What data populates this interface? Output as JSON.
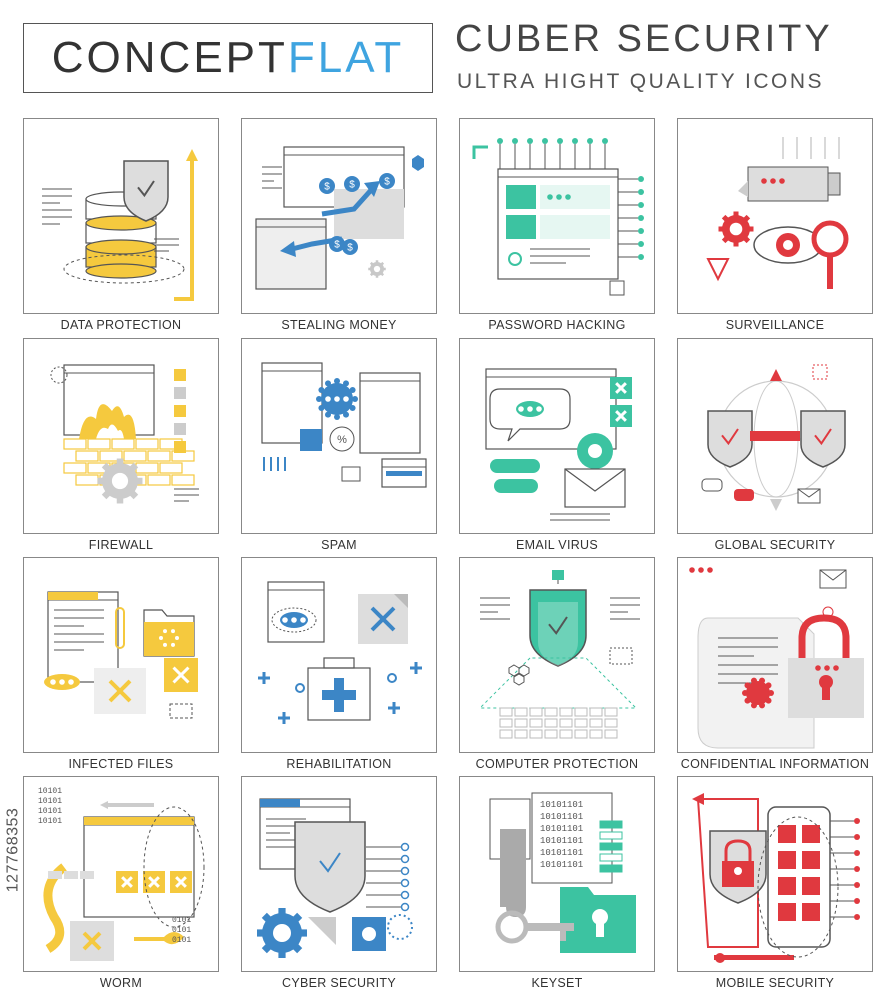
{
  "header": {
    "brand_part1": "CONCEPT",
    "brand_part2": "FLAT",
    "title": "CUBER SECURITY",
    "subtitle": "ULTRA HIGHT QUALITY ICONS"
  },
  "colors": {
    "yellow": "#f5c93e",
    "blue": "#3c86c6",
    "teal": "#3cc3a1",
    "red": "#e0393f",
    "gray": "#c8c8c8",
    "dark": "#555555",
    "brand_blue": "#3fa4e0"
  },
  "tiles": [
    {
      "caption": "DATA PROTECTION",
      "accent": "#f5c93e",
      "icon": "database-shield-icon"
    },
    {
      "caption": "STEALING MONEY",
      "accent": "#3c86c6",
      "icon": "money-transfer-icon"
    },
    {
      "caption": "PASSWORD HACKING",
      "accent": "#3cc3a1",
      "icon": "password-window-icon"
    },
    {
      "caption": "SURVEILLANCE",
      "accent": "#e0393f",
      "icon": "camera-eye-icon"
    },
    {
      "caption": "FIREWALL",
      "accent": "#f5c93e",
      "icon": "fire-wall-icon"
    },
    {
      "caption": "SPAM",
      "accent": "#3c86c6",
      "icon": "spam-virus-icon"
    },
    {
      "caption": "EMAIL VIRUS",
      "accent": "#3cc3a1",
      "icon": "email-bug-icon"
    },
    {
      "caption": "GLOBAL SECURITY",
      "accent": "#e0393f",
      "icon": "globe-shields-icon"
    },
    {
      "caption": "INFECTED FILES",
      "accent": "#f5c93e",
      "icon": "infected-folder-icon"
    },
    {
      "caption": "REHABILITATION",
      "accent": "#3c86c6",
      "icon": "first-aid-icon"
    },
    {
      "caption": "COMPUTER PROTECTION",
      "accent": "#3cc3a1",
      "icon": "shield-keyboard-icon"
    },
    {
      "caption": "CONFIDENTIAL INFORMATION",
      "accent": "#e0393f",
      "icon": "padlock-document-icon"
    },
    {
      "caption": "WORM",
      "accent": "#f5c93e",
      "icon": "worm-window-icon"
    },
    {
      "caption": "CYBER SECURITY",
      "accent": "#3c86c6",
      "icon": "shield-gear-icon"
    },
    {
      "caption": "KEYSET",
      "accent": "#3cc3a1",
      "icon": "key-folder-icon"
    },
    {
      "caption": "MOBILE SECURITY",
      "accent": "#e0393f",
      "icon": "phone-lock-icon"
    }
  ],
  "watermark": "127768353"
}
